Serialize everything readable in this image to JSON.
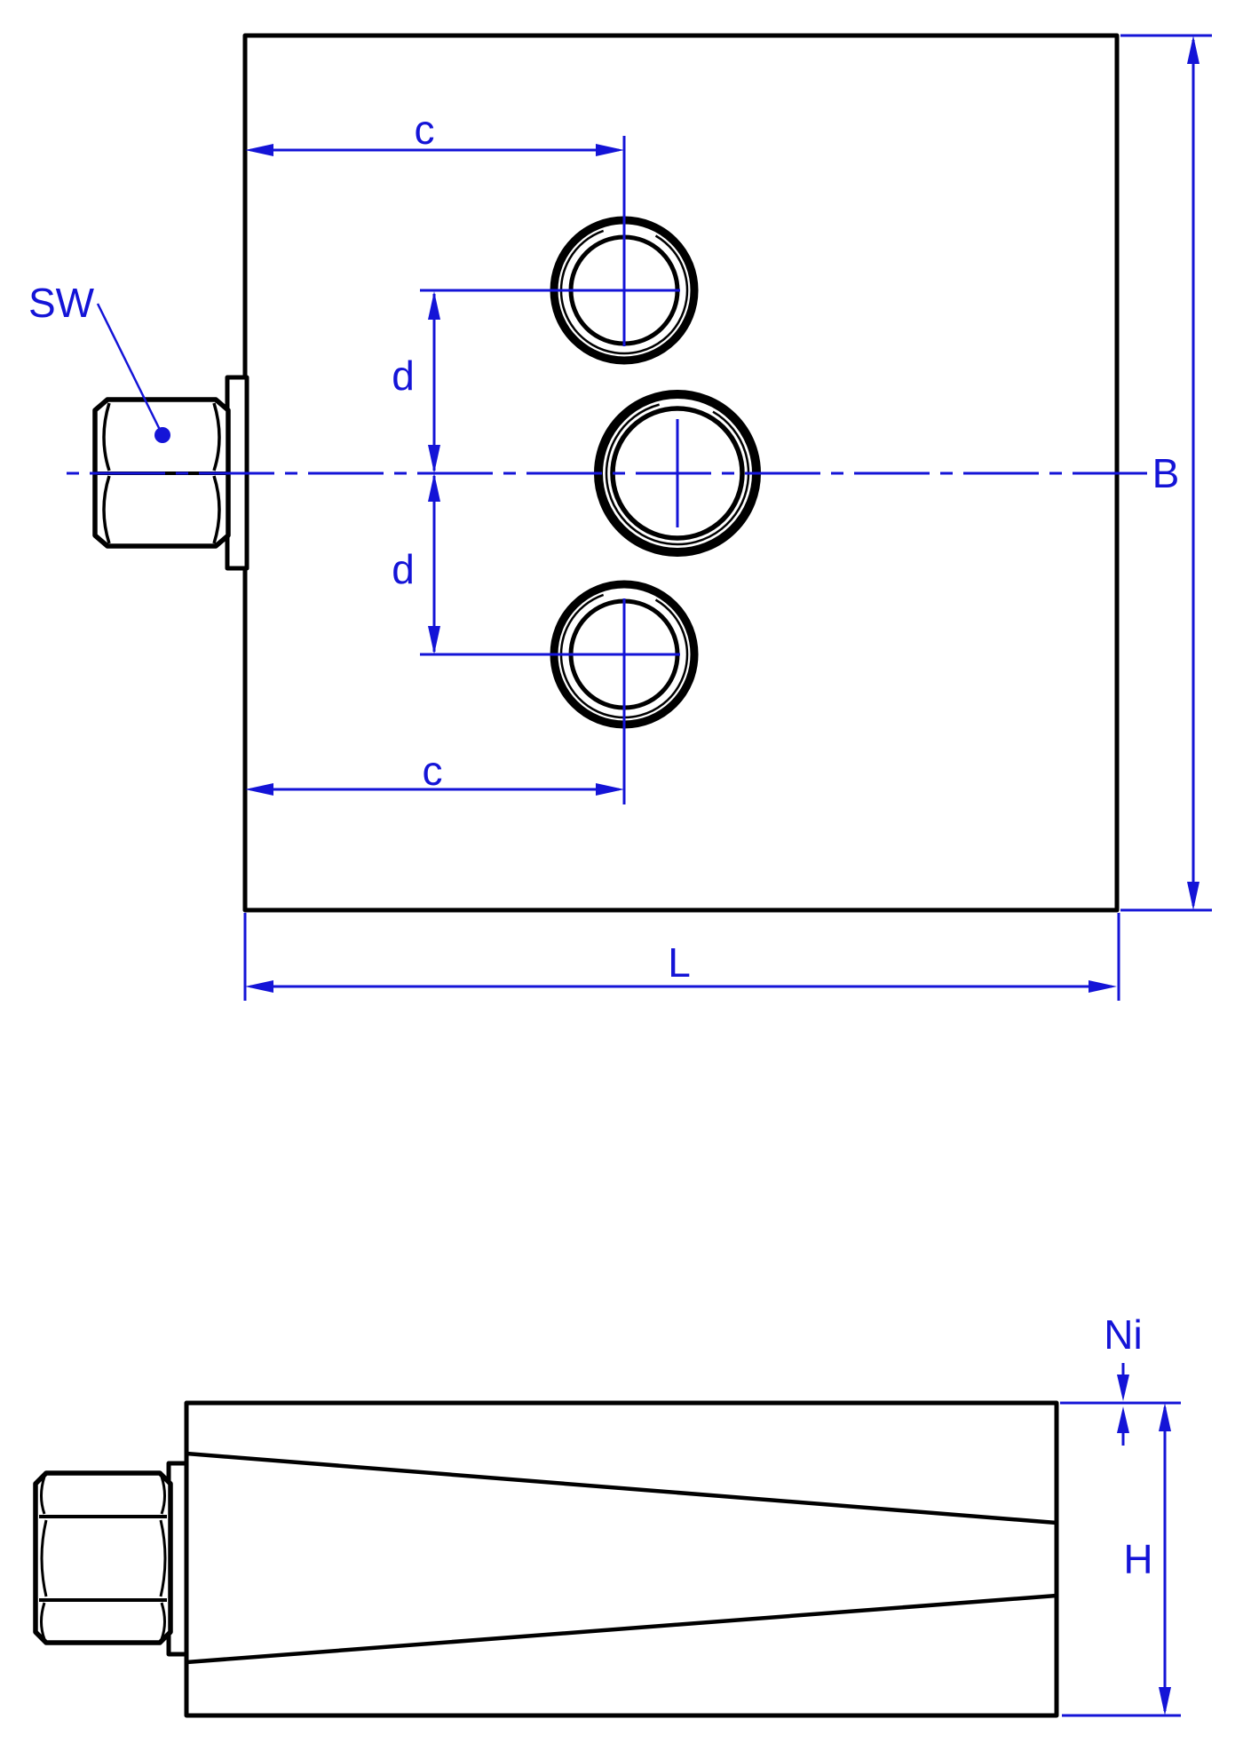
{
  "drawing": {
    "colors": {
      "dimension": "#1414d7",
      "outline": "#000000",
      "background": "#ffffff"
    },
    "top_view": {
      "labels": {
        "wrench_size": "SW",
        "c_top": "c",
        "d_upper": "d",
        "d_lower": "d",
        "c_bottom": "c",
        "width_b": "B",
        "length_l": "L"
      }
    },
    "side_view": {
      "labels": {
        "ni": "Ni",
        "height_h": "H"
      }
    }
  }
}
